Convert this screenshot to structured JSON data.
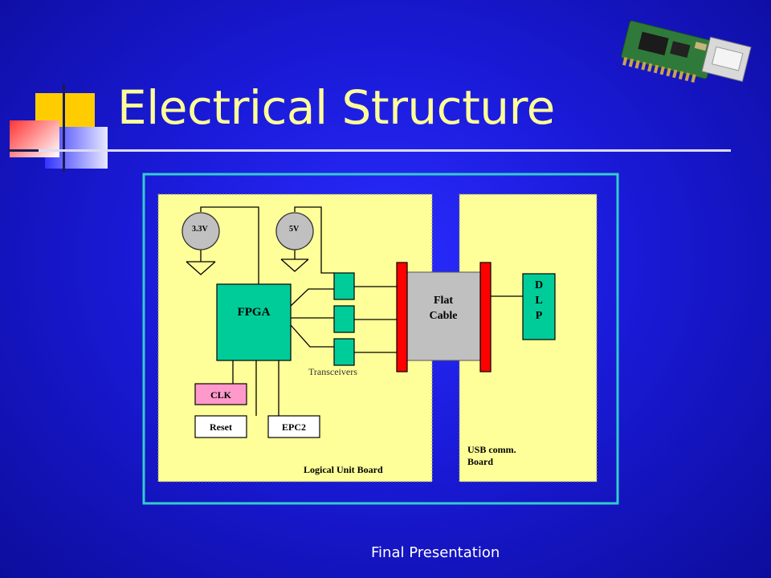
{
  "slide": {
    "title": "Electrical Structure",
    "footer": "Final Presentation"
  },
  "diagram": {
    "supplies": [
      "3.3V",
      "5V"
    ],
    "blocks": {
      "fpga": "FPGA",
      "clk": "CLK",
      "reset": "Reset",
      "epc": "EPC2",
      "transceivers": "Transceivers",
      "cable_line1": "Flat",
      "cable_line2": "Cable",
      "dlp": [
        "D",
        "L",
        "P"
      ]
    },
    "boards": {
      "logical": "Logical Unit Board",
      "usb_line1": "USB comm.",
      "usb_line2": "Board"
    }
  },
  "colors": {
    "board_fill": "#ffff99",
    "frame": "#33cccc",
    "chip": "#00cc99",
    "connector": "#ff0000",
    "clk": "#ff99cc",
    "title": "#ffff99"
  }
}
